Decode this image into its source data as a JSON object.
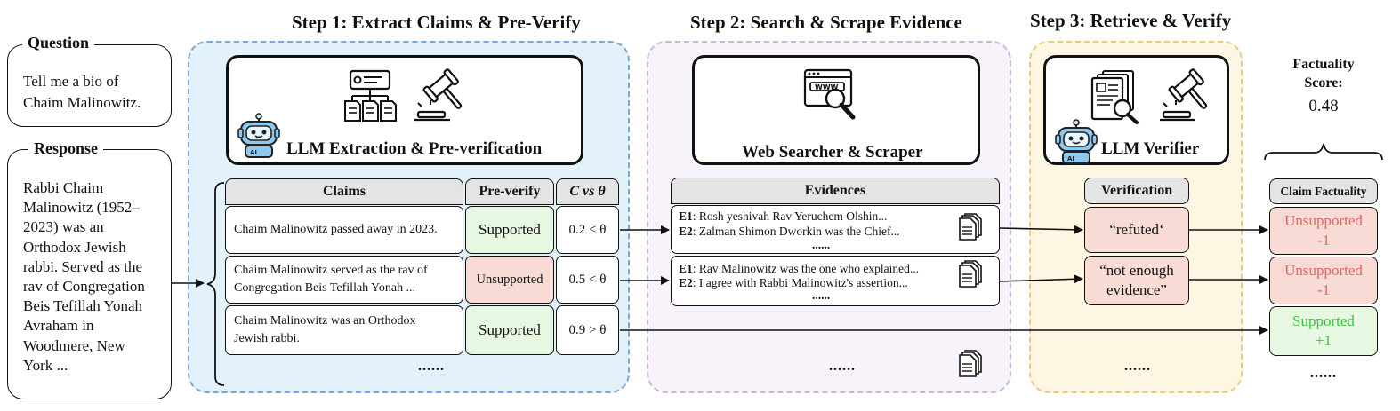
{
  "question": {
    "title": "Question",
    "text_line1": "Tell me a bio of",
    "text_line2": "Chaim Malinowitz."
  },
  "response": {
    "title": "Response",
    "lines": [
      "Rabbi Chaim",
      "Malinowitz (1952–",
      "2023) was an",
      "Orthodox Jewish",
      "rabbi. Served as the",
      "rav of Congregation",
      "Beis Tefillah Yonah",
      "Avraham in",
      "Woodmere, New",
      "York ..."
    ]
  },
  "steps": {
    "step1": "Step 1: Extract Claims & Pre-Verify",
    "step2": "Step 2: Search & Scrape Evidence",
    "step3": "Step 3: Retrieve & Verify"
  },
  "tools": {
    "extraction": "LLM Extraction & Pre-verification",
    "searcher": "Web Searcher & Scraper",
    "verifier": "LLM Verifier"
  },
  "table": {
    "claims_header": "Claims",
    "preverify_header": "Pre-verify",
    "compare_header": "C vs θ",
    "rows": [
      {
        "claim_l1": "Chaim Malinowitz passed away in 2023.",
        "claim_l2": "",
        "preverify": "Supported",
        "compare": "0.2 < θ"
      },
      {
        "claim_l1": "Chaim Malinowitz served as the rav of",
        "claim_l2": "Congregation Beis Tefillah Yonah ...",
        "preverify": "Unsupported",
        "compare": "0.5 < θ"
      },
      {
        "claim_l1": "Chaim Malinowitz was an Orthodox",
        "claim_l2": "Jewish rabbi.",
        "preverify": "Supported",
        "compare": "0.9 > θ"
      }
    ],
    "ellipsis": "......"
  },
  "evidences": {
    "header": "Evidences",
    "groups": [
      {
        "lines": [
          {
            "tag": "E1",
            "text": ": Rosh yeshivah Rav Yeruchem Olshin..."
          },
          {
            "tag": "E2",
            "text": ": Zalman Shimon Dworkin was the Chief..."
          }
        ],
        "ellipsis": "......"
      },
      {
        "lines": [
          {
            "tag": "E1",
            "text": ": Rav Malinowitz was the one who explained..."
          },
          {
            "tag": "E2",
            "text": ":  I agree with Rabbi Malinowitz's assertion..."
          }
        ],
        "ellipsis": "......"
      }
    ],
    "ellipsis": "......"
  },
  "verification": {
    "header": "Verification",
    "items": [
      {
        "l1": "“refuted‘",
        "l2": ""
      },
      {
        "l1": "“not enough",
        "l2": "evidence”"
      }
    ],
    "ellipsis": "......"
  },
  "factuality": {
    "score_label_l1": "Factuality",
    "score_label_l2": "Score:",
    "score": "0.48",
    "header": "Claim Factuality",
    "items": [
      {
        "label": "Unsupported",
        "value": "-1",
        "polarity": "neg"
      },
      {
        "label": "Unsupported",
        "value": "-1",
        "polarity": "neg"
      },
      {
        "label": "Supported",
        "value": "+1",
        "polarity": "pos"
      }
    ],
    "ellipsis": "......"
  },
  "colors": {
    "step1_fill": "#e3f1fb",
    "step1_border": "#7ea6cf",
    "step2_fill": "#f8f3fb",
    "step2_border": "#cbb6dc",
    "step3_fill": "#fdf6e3",
    "step3_border": "#e8cc7e",
    "supported": "#e6f7e2",
    "unsupported": "#f9dbd6"
  }
}
